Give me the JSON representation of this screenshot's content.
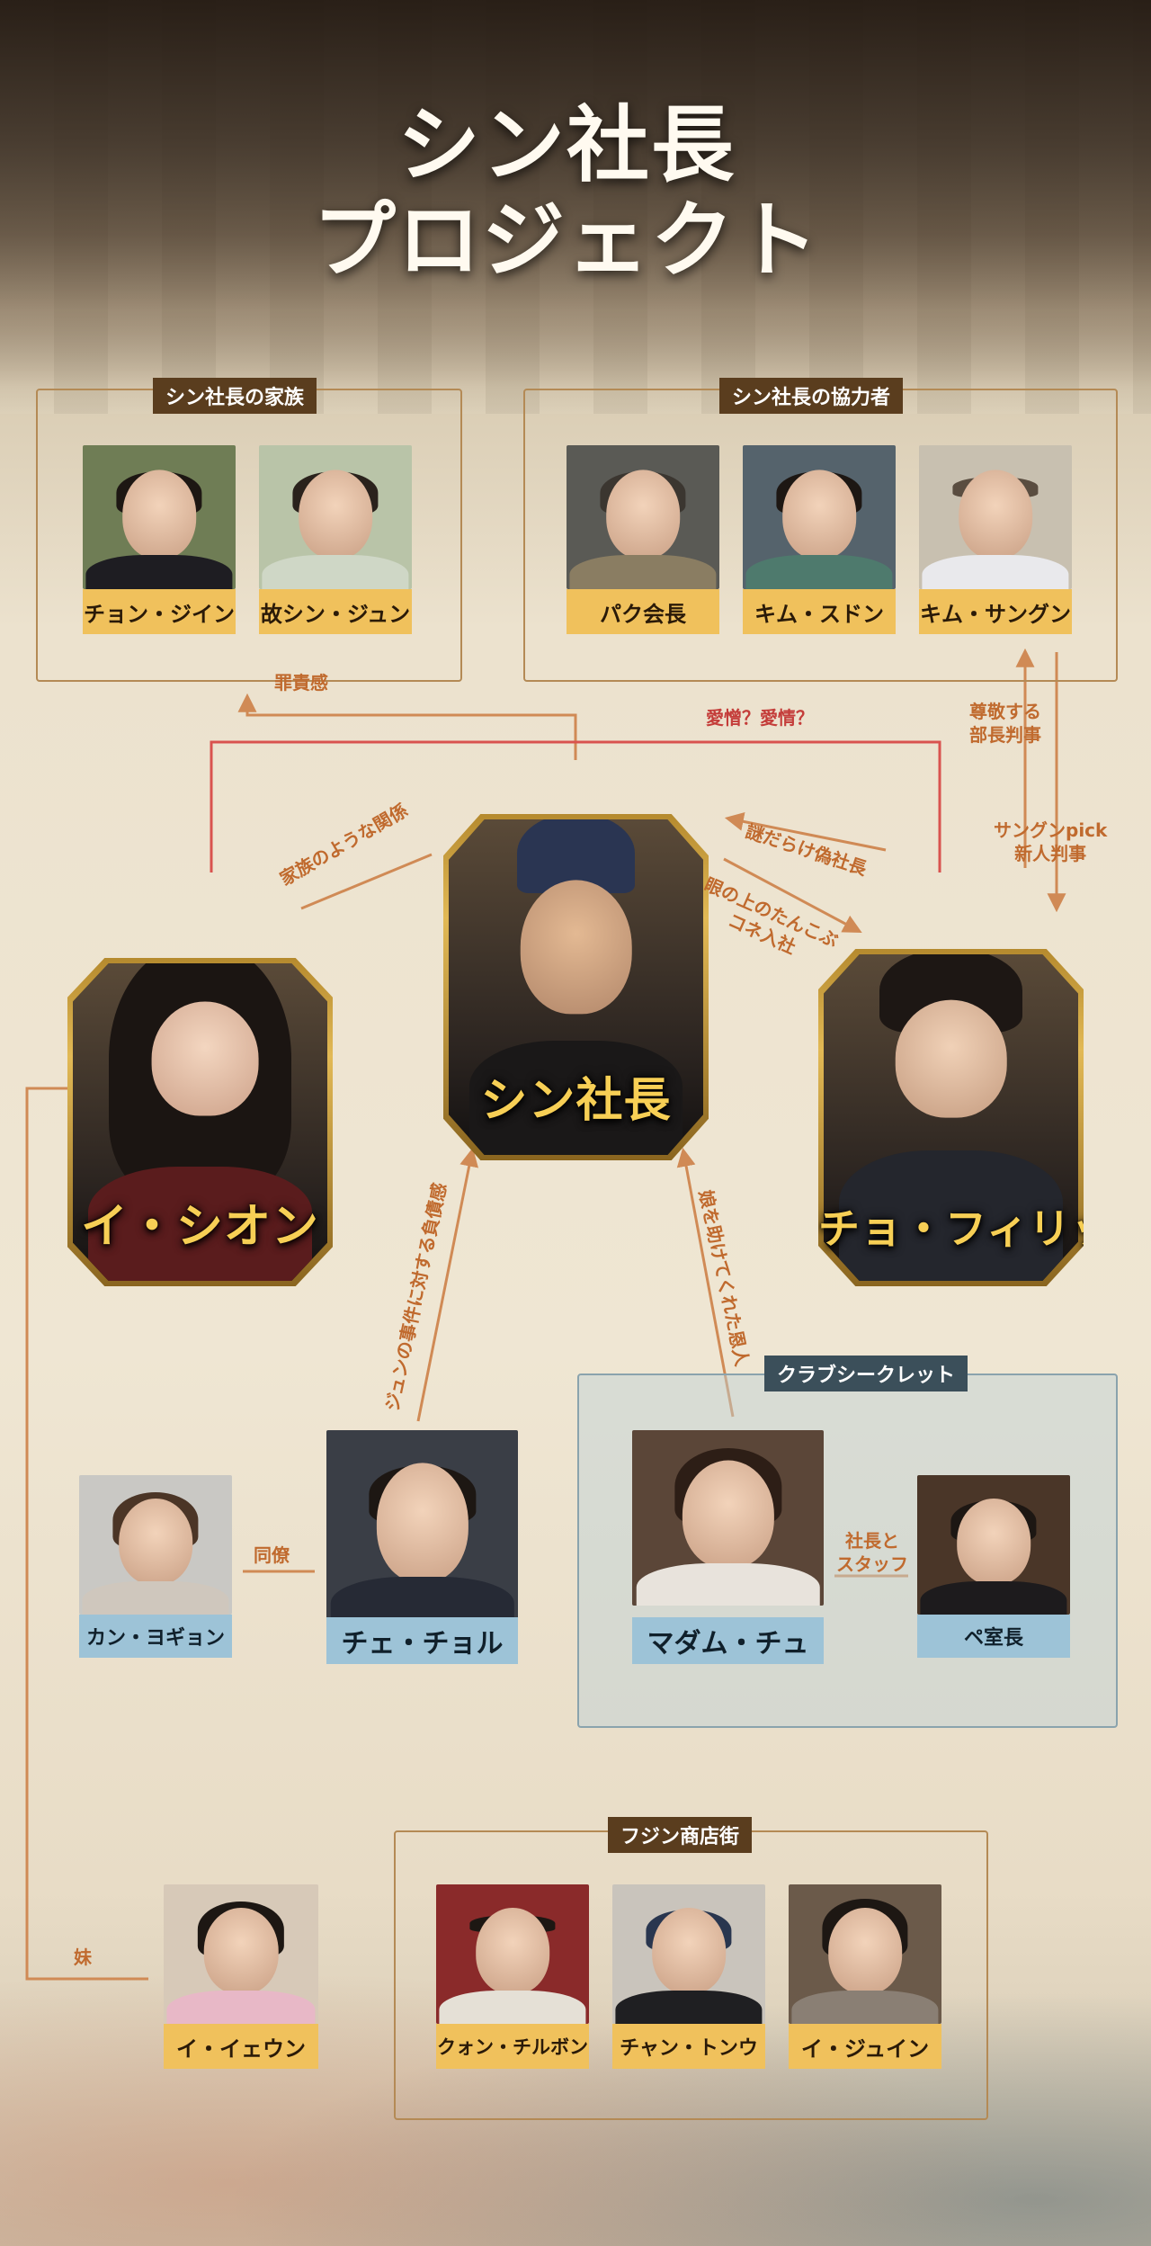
{
  "title": [
    "シン社長",
    "プロジェクト"
  ],
  "groups": {
    "family": {
      "label": "シン社長の家族"
    },
    "cooperators": {
      "label": "シン社長の協力者"
    },
    "club": {
      "label": "クラブシークレット"
    },
    "shopping": {
      "label": "フジン商店街"
    }
  },
  "characters": {
    "jeong_jiin": "チョン・ジイン",
    "shin_jun": "故シン・ジュン",
    "park": "パク会長",
    "kim_sudon": "キム・スドン",
    "kim_sangun": "キム・サングン",
    "shin": "シン社長",
    "lee_sion": "イ・シオン",
    "cho_philip": "チョ・フィリップ",
    "kang_yogyon": "カン・ヨギョン",
    "che_chol": "チェ・チョル",
    "madam_chu": "マダム・チュ",
    "pe_manager": "ペ室長",
    "lee_ieun": "イ・イェウン",
    "kwon": "クォン・チルボン",
    "chan": "チャン・トンウ",
    "lee_juin": "イ・ジュイン"
  },
  "relations": {
    "guilt": "罪責感",
    "love_hate": "愛憎？愛情？",
    "respect": [
      "尊敬する",
      "部長判事"
    ],
    "pick": [
      "サングンpick",
      "新人判事"
    ],
    "family_like": "家族のような関係",
    "mysterious": "謎だらけ偽社長",
    "eyesore": [
      "眼の上のたんこぶ",
      "コネ入社"
    ],
    "jun_guilt": "ジュンの事件に対する負債感",
    "savior": "娘を助けてくれた恩人",
    "colleague": "同僚",
    "boss_staff": [
      "社長と",
      "スタッフ"
    ],
    "sister": "妹"
  },
  "colors": {
    "arrow": "#d08a55",
    "love_line": "#d9534f",
    "gold_plate": "#f0c15c",
    "blue_plate": "#9dc3d7"
  }
}
